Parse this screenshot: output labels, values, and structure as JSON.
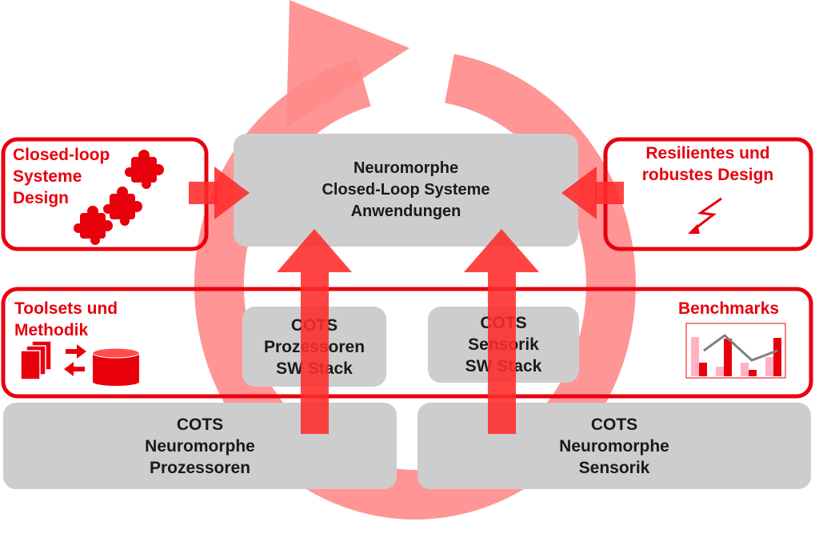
{
  "center_box": {
    "lines": [
      "Neuromorphe",
      "Closed-Loop Systeme",
      "Anwendungen"
    ]
  },
  "left_box": {
    "lines": [
      "Closed-loop",
      "Systeme",
      "Design"
    ],
    "icon": "puzzle-icon"
  },
  "right_box": {
    "lines": [
      "Resilientes und",
      "robustes Design"
    ],
    "icon": "lightning-icon"
  },
  "tools_label": {
    "lines": [
      "Toolsets und",
      "Methodik"
    ],
    "icons": [
      "documents-icon",
      "exchange-arrows-icon",
      "database-icon"
    ]
  },
  "bench_label": {
    "lines": [
      "Benchmarks"
    ],
    "icon": "benchmark-chart-icon"
  },
  "cots_proc_stack": {
    "lines": [
      "COTS",
      "Prozessoren",
      "SW Stack"
    ]
  },
  "cots_sens_stack": {
    "lines": [
      "COTS",
      "Sensorik",
      "SW Stack"
    ]
  },
  "cots_proc": {
    "lines": [
      "COTS",
      "Neuromorphe",
      "Prozessoren"
    ]
  },
  "cots_sens": {
    "lines": [
      "COTS",
      "Neuromorphe",
      "Sensorik"
    ]
  },
  "colors": {
    "accent": "#e8000d",
    "cycle": "#ff8a8a",
    "box_gray": "#cdcdcd"
  }
}
